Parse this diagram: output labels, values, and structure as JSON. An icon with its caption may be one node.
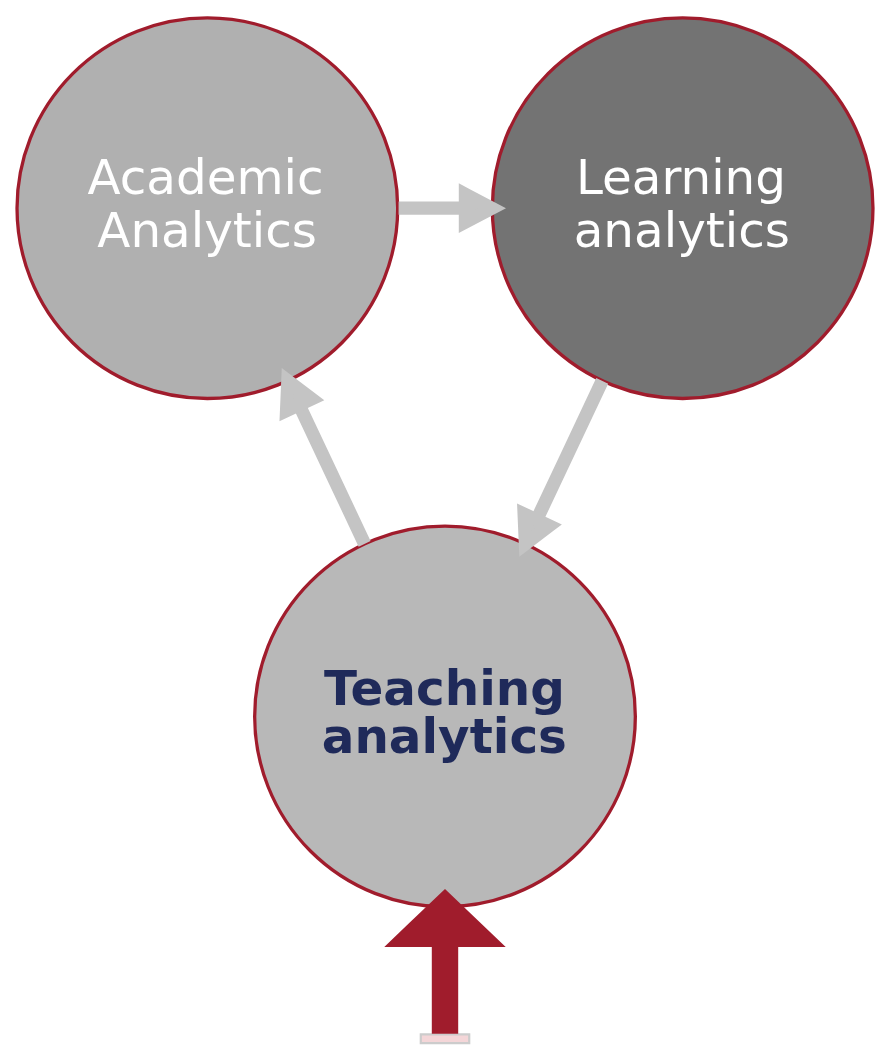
{
  "diagram": {
    "nodes": [
      {
        "text": [
          "Academic Analytics"
        ]
      },
      {
        "text": [
          "Learning analytics"
        ]
      },
      {
        "text": [
          "Teaching analytics"
        ]
      }
    ],
    "edges": [
      {
        "from": 0,
        "to": 1,
        "arrow": "to"
      },
      {
        "from": 1,
        "to": 2,
        "arrow": "to"
      },
      {
        "from": 2,
        "to": 0,
        "arrow": "to"
      },
      {
        "from": null,
        "to": 2,
        "arrow": "to",
        "style": "thick",
        "color": "#a01c2c"
      }
    ]
  }
}
